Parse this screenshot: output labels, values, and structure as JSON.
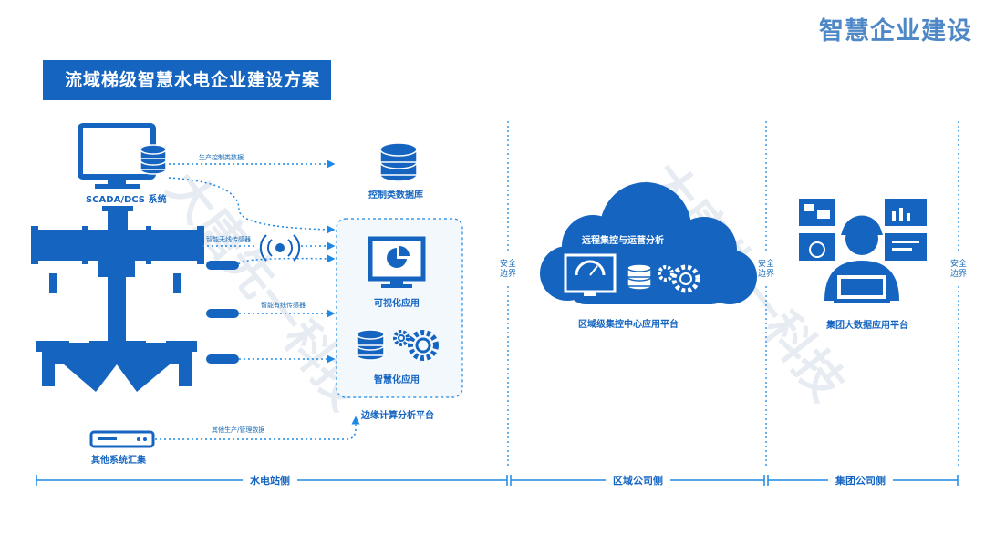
{
  "brand": "智慧企业建设",
  "title": "流域梯级智慧水电企业建设方案",
  "station": {
    "scada_label": "SCADA/DCS 系统",
    "flow_production_control": "生产控制类数据",
    "control_db_label": "控制类数据库",
    "flow_wireless": "智能无线传感器",
    "flow_wired": "智能有线传感器",
    "visual_app_label": "可视化应用",
    "smart_app_label": "智慧化应用",
    "edge_platform_label": "边缘计算分析平台",
    "flow_other": "其他生产/管理数据",
    "other_systems_label": "其他系统汇集"
  },
  "region": {
    "cloud_title": "远程集控与运营分析",
    "platform_label": "区域级集控中心应用平台"
  },
  "group": {
    "platform_label": "集团大数据应用平台"
  },
  "security_boundary": [
    "安全",
    "边界"
  ],
  "bottom_sections": [
    "水电站侧",
    "区域公司侧",
    "集团公司侧"
  ],
  "watermark": [
    "大唐先一科技",
    "大唐先一科技"
  ],
  "colors": {
    "primary": "#1565c0",
    "accent": "#1e88e5",
    "brand": "#4e88c6"
  }
}
